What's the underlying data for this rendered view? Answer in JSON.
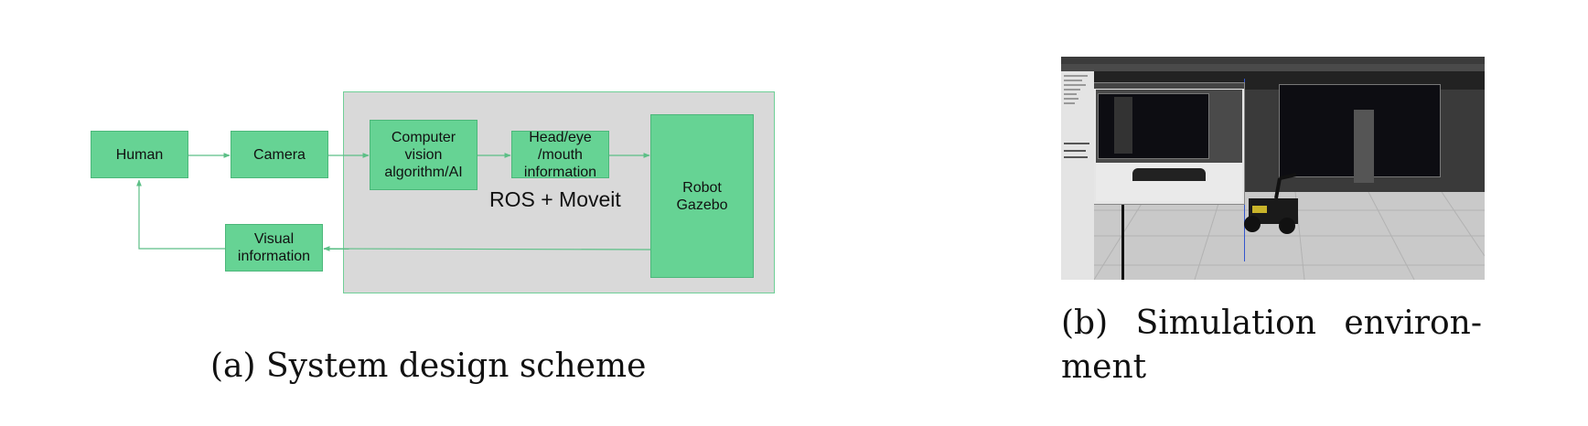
{
  "diagram": {
    "nodes": {
      "human": "Human",
      "camera": "Camera",
      "cv": "Computer\nvision\nalgorithm/AI",
      "head": "Head/eye\n/mouth\ninformation",
      "robot": "Robot\nGazebo",
      "visual": "Visual\ninformation"
    },
    "group_label": "ROS + Moveit",
    "colors": {
      "node": "#66d394",
      "group_bg": "#d9d9d9",
      "arrow": "#5cbf86"
    }
  },
  "captions": {
    "a": "(a) System design scheme",
    "b_line1_left": "(b)",
    "b_line1_mid": "Simulation",
    "b_line1_right": "environ-",
    "b_line2": "ment"
  }
}
